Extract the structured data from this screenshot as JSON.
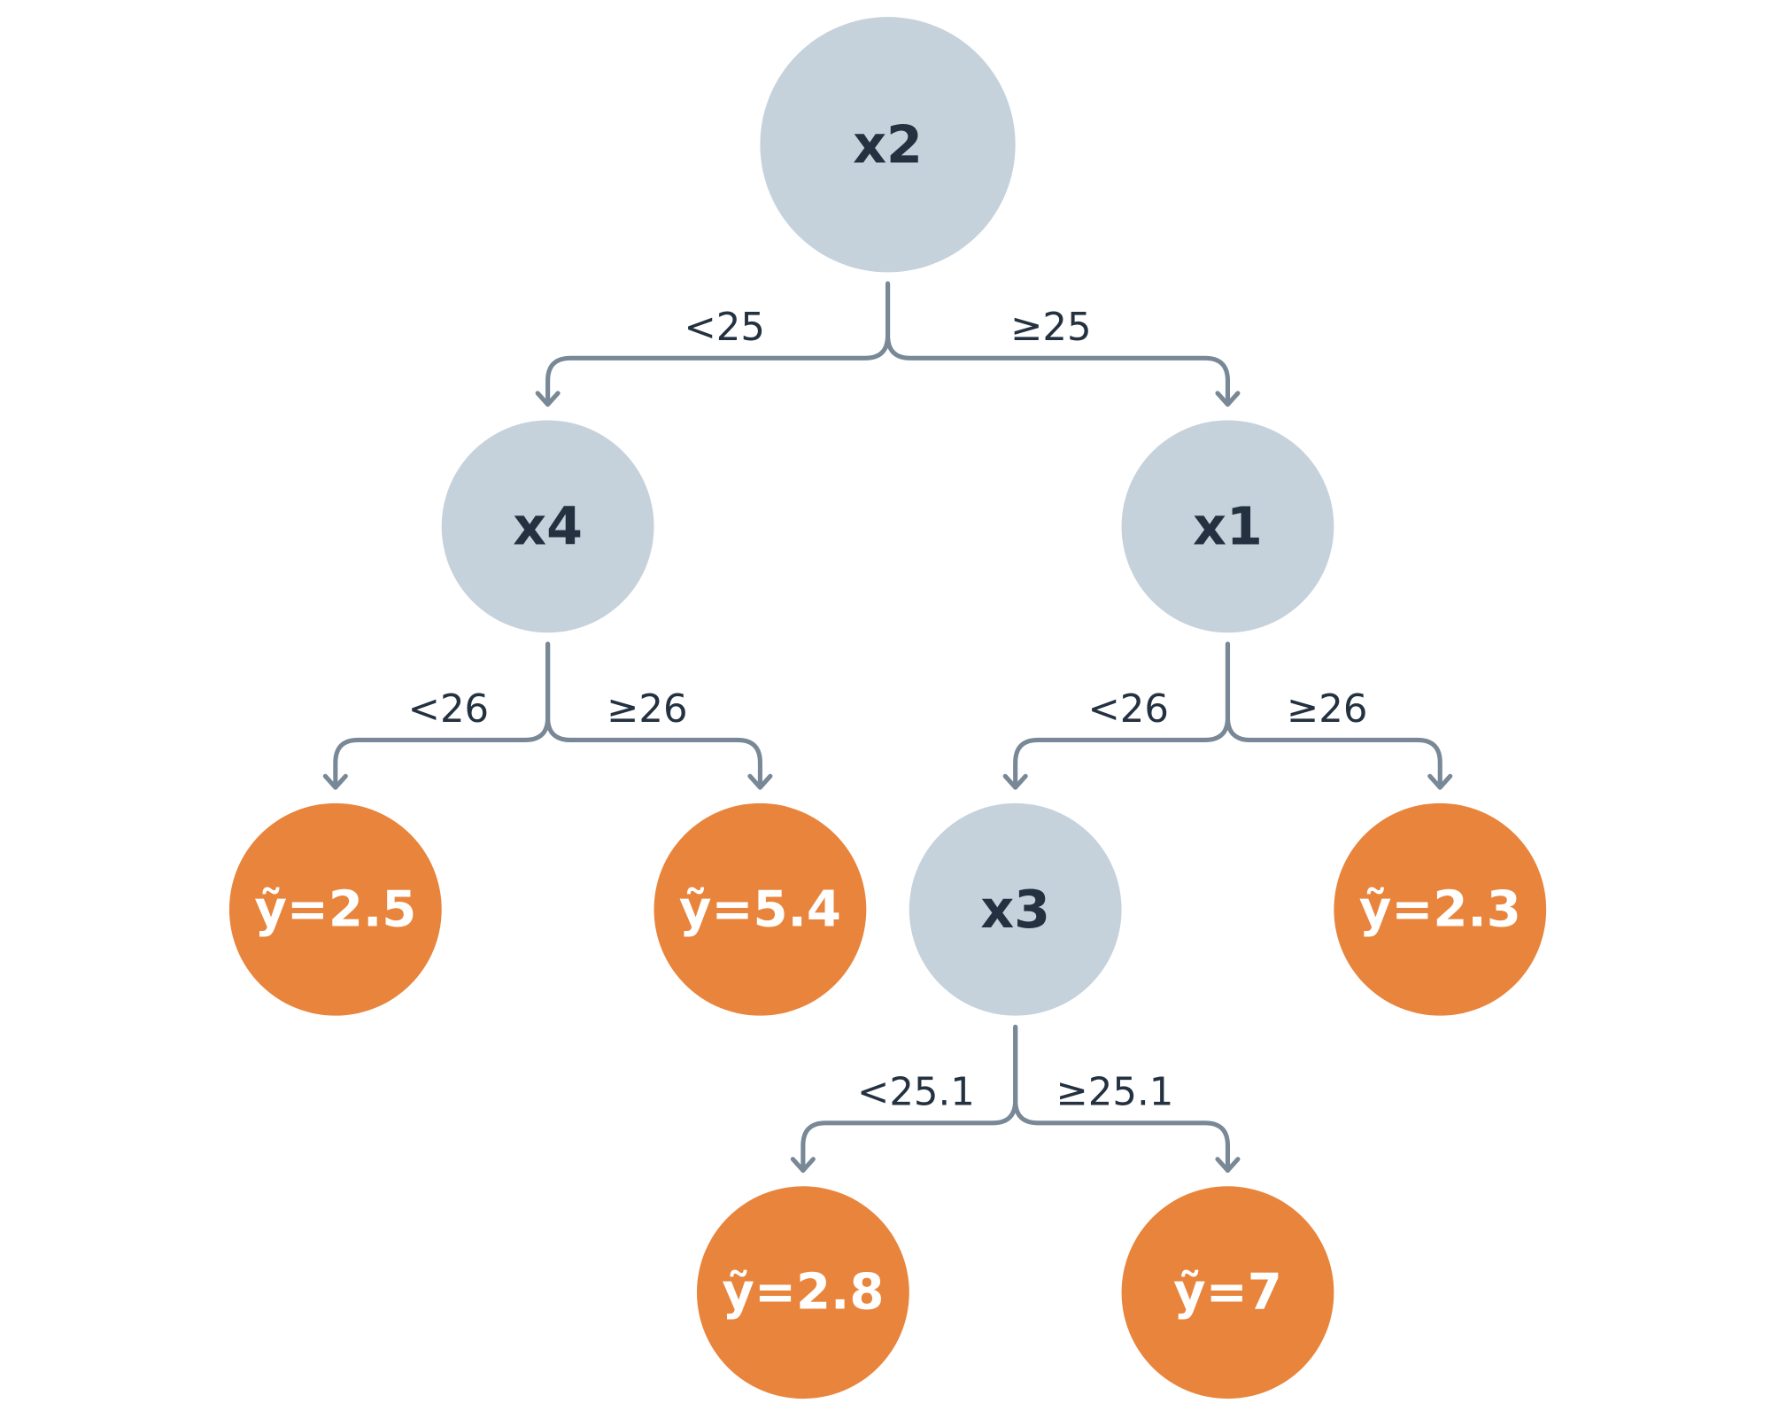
{
  "tree": {
    "nodes": [
      {
        "id": "root",
        "type": "decision",
        "label": "x2"
      },
      {
        "id": "n-x4",
        "type": "decision",
        "label": "x4"
      },
      {
        "id": "n-x1",
        "type": "decision",
        "label": "x1"
      },
      {
        "id": "leaf-a",
        "type": "leaf",
        "label": "ỹ=2.5"
      },
      {
        "id": "leaf-b",
        "type": "leaf",
        "label": "ỹ=5.4"
      },
      {
        "id": "n-x3",
        "type": "decision",
        "label": "x3"
      },
      {
        "id": "leaf-c",
        "type": "leaf",
        "label": "ỹ=2.3"
      },
      {
        "id": "leaf-d",
        "type": "leaf",
        "label": "ỹ=2.8"
      },
      {
        "id": "leaf-e",
        "type": "leaf",
        "label": "ỹ=7"
      }
    ],
    "edges": [
      {
        "from": "root",
        "to": "n-x4",
        "label": "<25"
      },
      {
        "from": "root",
        "to": "n-x1",
        "label": "≥25"
      },
      {
        "from": "n-x4",
        "to": "leaf-a",
        "label": "<26"
      },
      {
        "from": "n-x4",
        "to": "leaf-b",
        "label": "≥26"
      },
      {
        "from": "n-x1",
        "to": "n-x3",
        "label": "<26"
      },
      {
        "from": "n-x1",
        "to": "leaf-c",
        "label": "≥26"
      },
      {
        "from": "n-x3",
        "to": "leaf-d",
        "label": "<25.1"
      },
      {
        "from": "n-x3",
        "to": "leaf-e",
        "label": "≥25.1"
      }
    ]
  },
  "colors": {
    "decision_fill": "#c5d2dc",
    "decision_text": "#233140",
    "leaf_fill": "#e8843c",
    "leaf_text": "#ffffff",
    "edge": "#788896",
    "edge_label": "#233140"
  }
}
